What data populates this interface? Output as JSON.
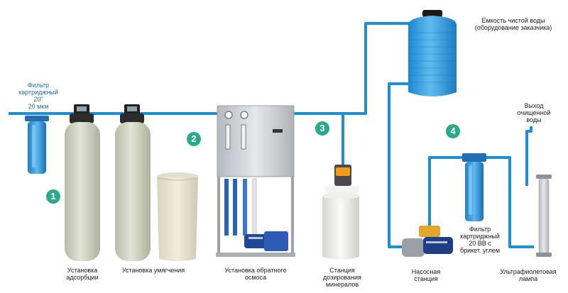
{
  "colors": {
    "pipe": "#1d8fd6",
    "tank": "#2f9be0",
    "badge": "#2aa98c",
    "fiber": "#d3d6c4",
    "frame": "#c9ccd0"
  },
  "labels": {
    "cartridge_filter_20": "Фильтр\nкартриджный\n20\"\n20 мкм",
    "adsorption_unit": "Установка\nадсорбции",
    "softener_unit": "Установка умягчения",
    "ro_unit": "Установка обратного\nосмоса",
    "dosing_station": "Станция\nдозирования\nминералов",
    "clean_water_tank": "Емкость чистой воды\n(оборудование заказчика)",
    "pump_station": "Насосная\nстанция",
    "cartridge_filter_bb": "Фильтр\nкартриджный\n20 BB с\nбрикет. углем",
    "uv_lamp": "Ультрафиолетовая\nлампа",
    "clean_water_output": "Выход\nочищенной\nводы"
  },
  "steps": [
    "1",
    "2",
    "3",
    "4"
  ]
}
